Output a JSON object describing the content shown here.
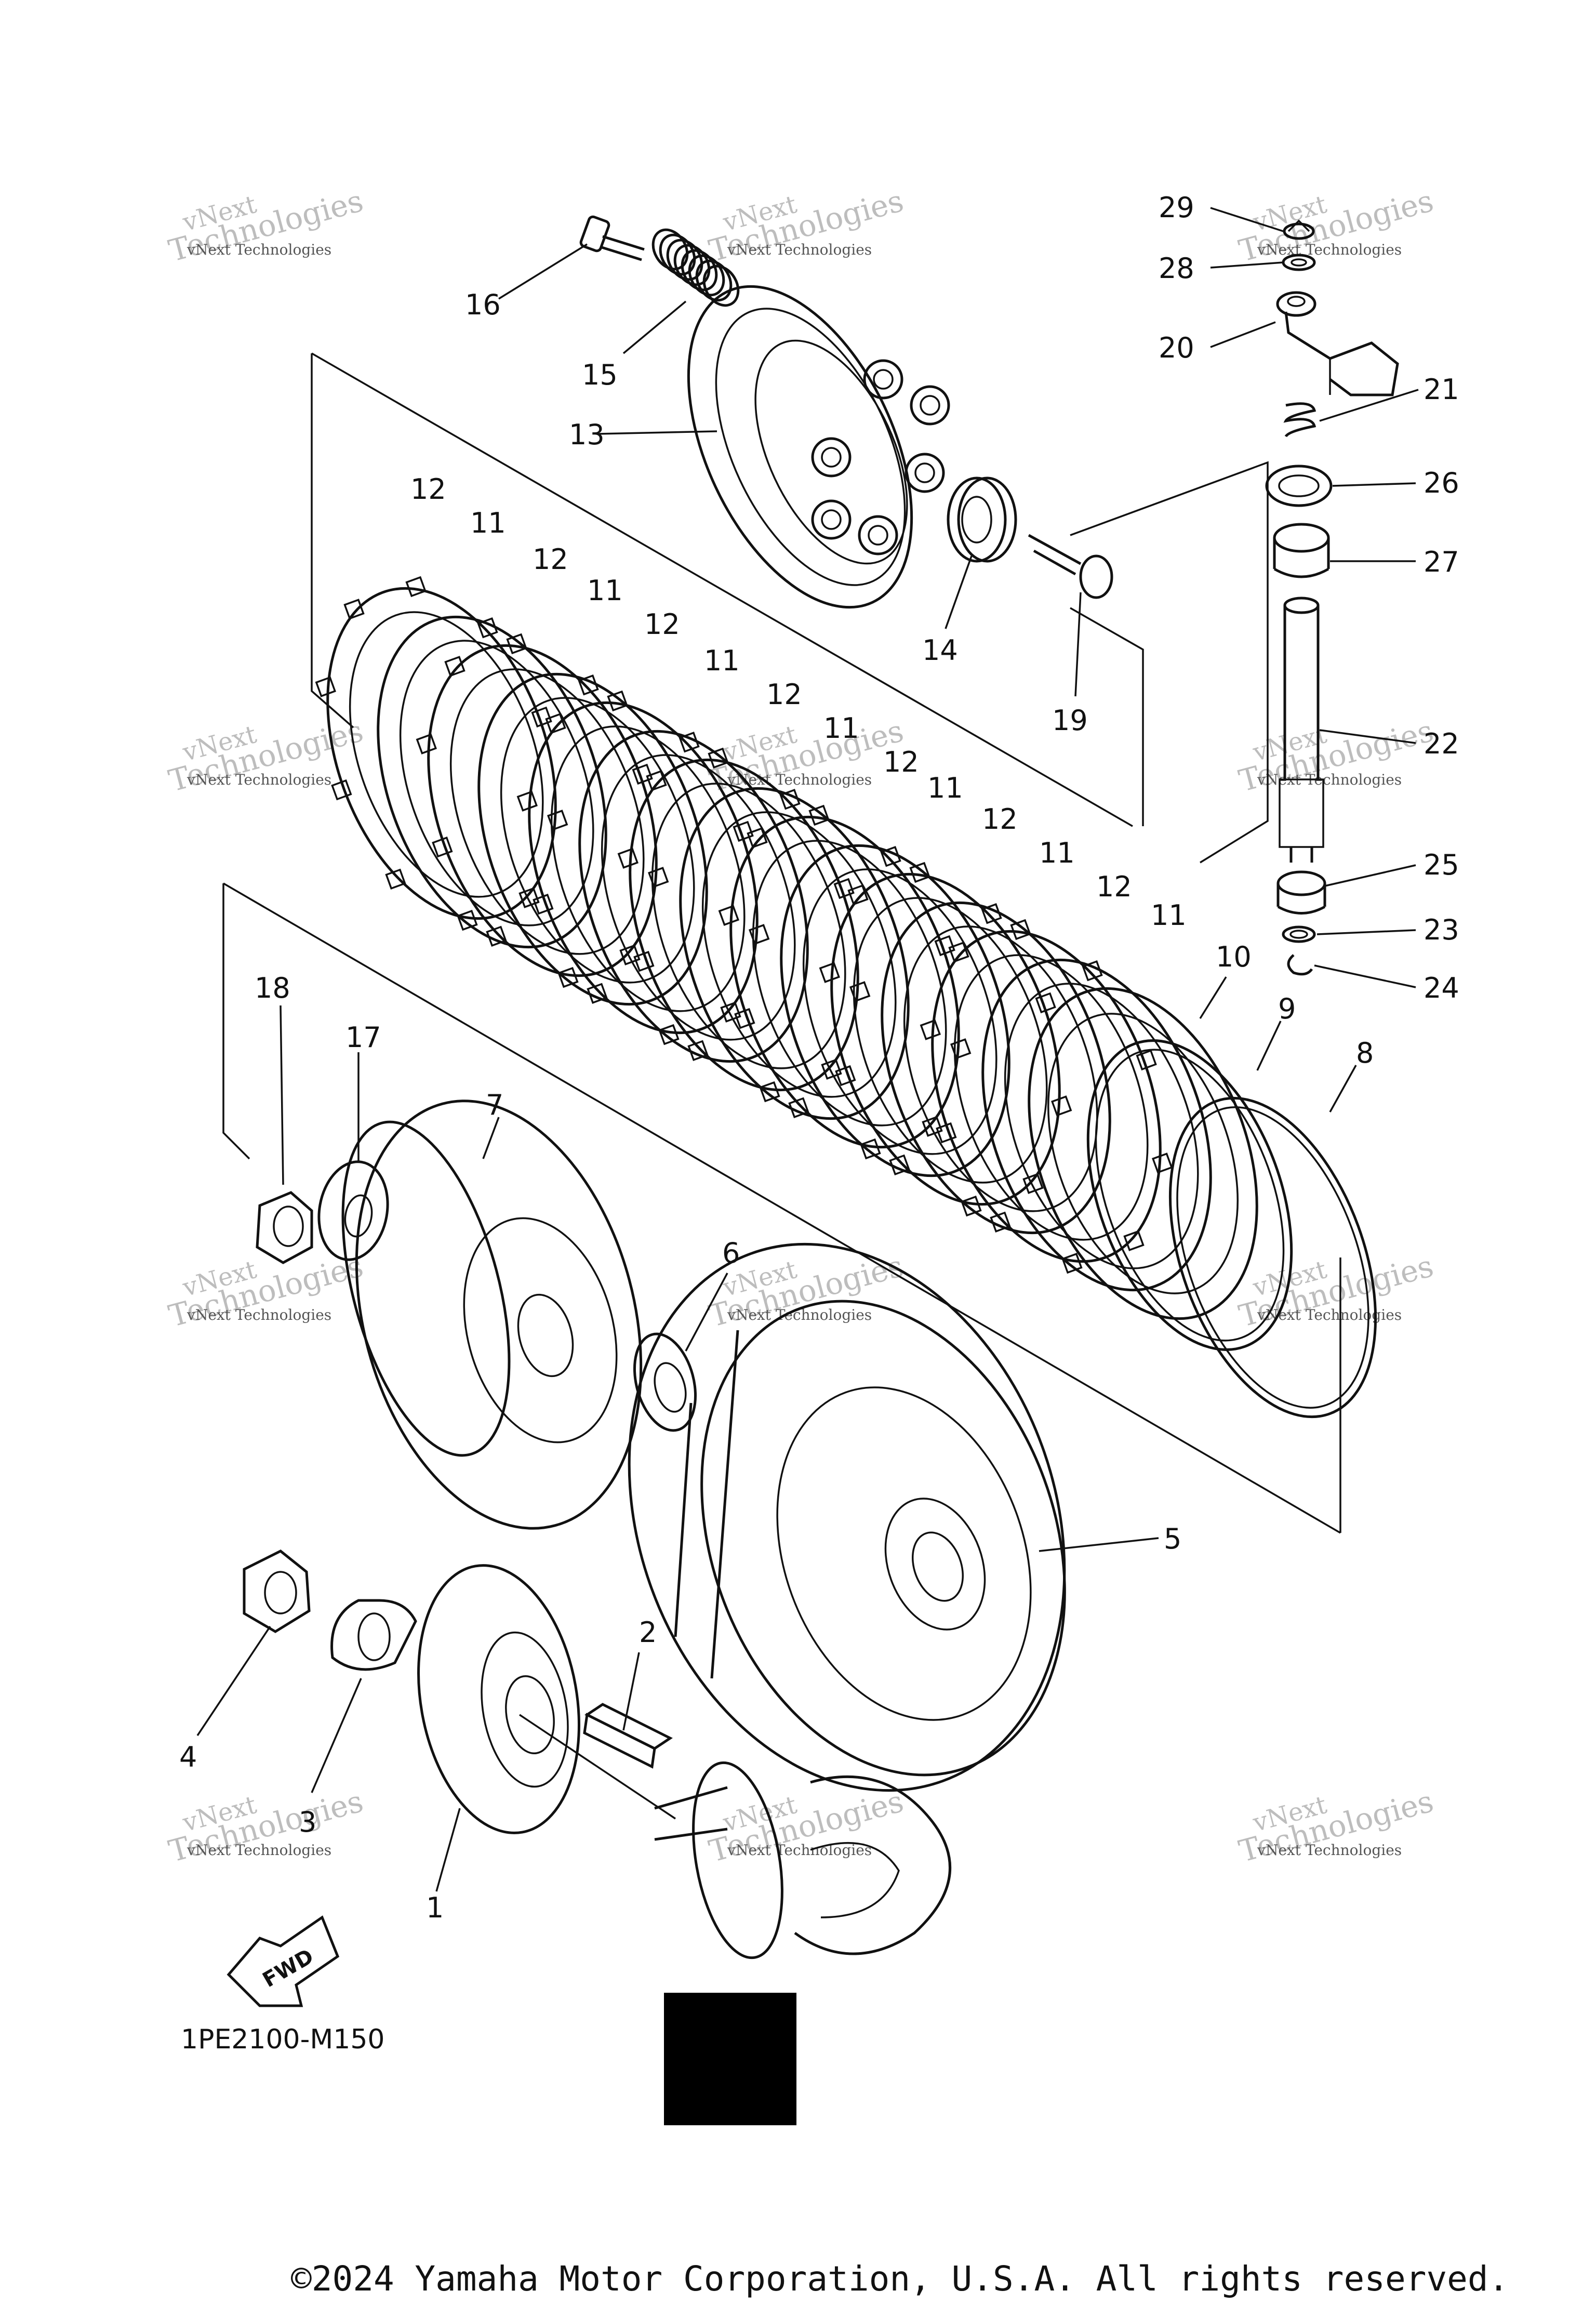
{
  "diagram": {
    "code": "1PE2100-M150",
    "copyright": "©2024 Yamaha Motor Corporation, U.S.A. All rights reserved.",
    "fwd_label": "FWD",
    "watermark": {
      "line1": "vNext",
      "line2": "Technologies",
      "line3": "vNext Technologies"
    },
    "callouts": {
      "c1": "1",
      "c2": "2",
      "c3": "3",
      "c4": "4",
      "c5": "5",
      "c6": "6",
      "c7": "7",
      "c8": "8",
      "c9": "9",
      "c10": "10",
      "c11": "11",
      "c12": "12",
      "c13": "13",
      "c14": "14",
      "c15": "15",
      "c16": "16",
      "c17": "17",
      "c18": "18",
      "c19": "19",
      "c20": "20",
      "c21": "21",
      "c22": "22",
      "c23": "23",
      "c24": "24",
      "c25": "25",
      "c26": "26",
      "c27": "27",
      "c28": "28",
      "c29": "29"
    }
  }
}
